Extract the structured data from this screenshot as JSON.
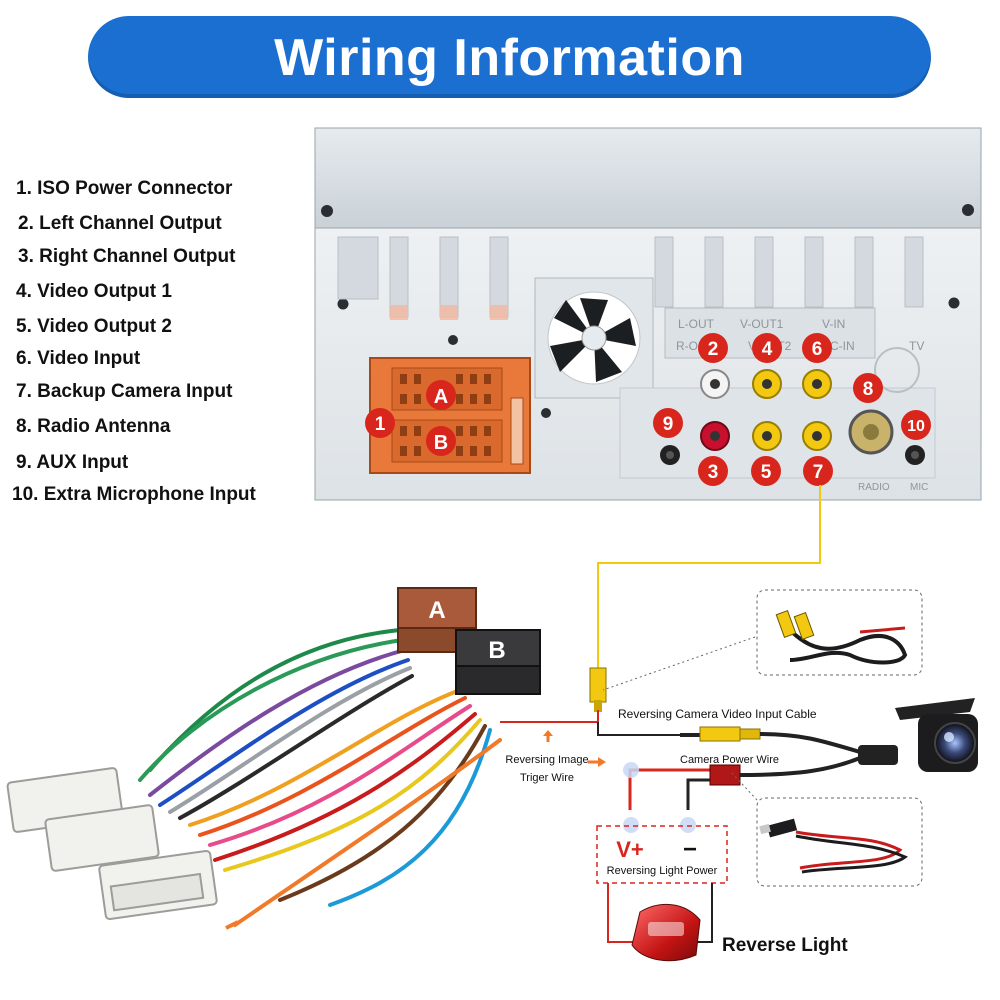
{
  "title": "Wiring Information",
  "legend": [
    "1. ISO Power Connector",
    "2. Left Channel Output",
    "3. Right Channel Output",
    "4. Video Output 1",
    "5. Video Output 2",
    "6. Video Input",
    "7. Backup Camera Input",
    "8. Radio Antenna",
    "9. AUX Input",
    "10. Extra Microphone Input"
  ],
  "panel": {
    "iso_labels": [
      "A",
      "B"
    ],
    "badge_numbers": [
      "1",
      "2",
      "3",
      "4",
      "5",
      "6",
      "7",
      "8",
      "9",
      "10"
    ],
    "panel_texts": [
      "L-OUT",
      "V-OUT1",
      "V-IN",
      "R-O",
      "V-OUT2",
      "C-IN",
      "TV",
      "RADIO",
      "MIC"
    ]
  },
  "harness": {
    "plug_a": "A",
    "plug_b": "B"
  },
  "camera_diagram": {
    "video_cable_label": "Reversing Camera Video Input Cable",
    "trigger_label_line1": "Reversing Image",
    "trigger_label_line2": "Triger Wire",
    "power_wire_label": "Camera Power Wire",
    "vplus": "V+",
    "vminus": "−",
    "reversing_power_label": "Reversing Light Power",
    "reverse_light_label": "Reverse Light"
  },
  "colors": {
    "banner": "#1a6fd0",
    "badge": "#d9261c",
    "iso_connector": "#e8793a",
    "rca_yellow": "#f2c811",
    "rca_red": "#c8102e",
    "video_wire": "#f2c811",
    "power_wire": "#d9261c"
  }
}
